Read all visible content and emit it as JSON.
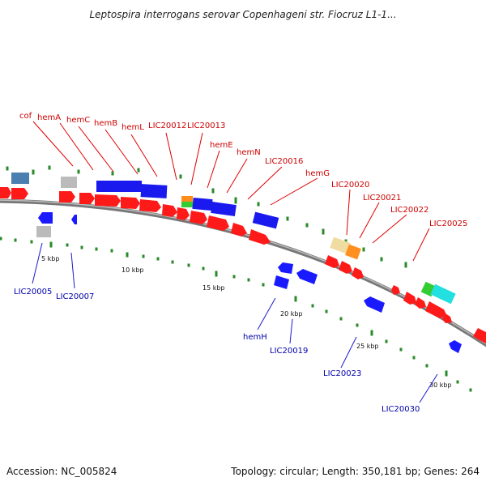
{
  "title": "Leptospira interrogans serovar Copenhageni str. Fiocruz L1-1...",
  "footer": {
    "accession": "Accession: NC_005824",
    "summary": "Topology: circular; Length: 350,181 bp; Genes: 264"
  },
  "colors": {
    "forward_gene": "#ff1a1a",
    "reverse_gene": "#1a1aff",
    "backbone": "#888888",
    "tick": "#2a8a2a",
    "label_forward": "#cc0000",
    "label_reverse": "#0000aa"
  },
  "scale_labels": [
    "5 kbp",
    "10 kbp",
    "15 kbp",
    "20 kbp",
    "25 kbp",
    "30 kbp"
  ],
  "forward_labels": [
    "cof",
    "hemA",
    "hemC",
    "hemB",
    "hemL",
    "LIC20012",
    "LIC20013",
    "hemE",
    "hemN",
    "LIC20016",
    "hemG",
    "LIC20020",
    "LIC20021",
    "LIC20022",
    "LIC20025"
  ],
  "reverse_labels": [
    "LIC20005",
    "LIC20007",
    "hemH",
    "LIC20019",
    "LIC20023",
    "LIC20030"
  ]
}
